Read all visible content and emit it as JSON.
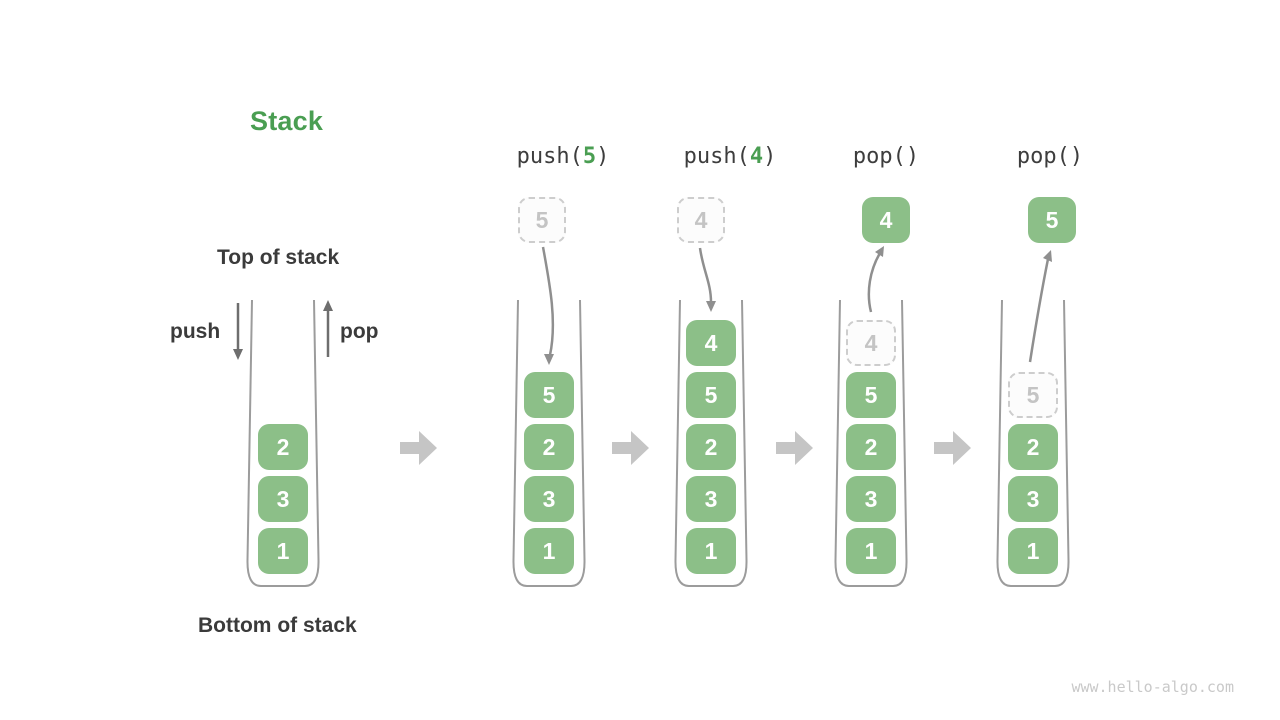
{
  "title": "Stack",
  "legend": {
    "top_of_stack": "Top of stack",
    "bottom_of_stack": "Bottom of stack",
    "push": "push",
    "pop": "pop"
  },
  "watermark": "www.hello-algo.com",
  "colors": {
    "title_green": "#4A9E52",
    "box_green": "#8CBF88",
    "operation_arg_green": "#4A9E52",
    "dark_text": "#3B3B3B",
    "ghost_text": "#C4C4C4",
    "ghost_border": "#CDCDCD",
    "container_stroke": "#9C9C9C",
    "flow_arrow_gray": "#C5C5C5",
    "motion_arrow_gray": "#8F8F8F",
    "io_arrow_gray": "#6E6E6E",
    "watermark_gray": "#C9C9C9"
  },
  "stages": [
    {
      "name": "initial",
      "operation": null,
      "stack_top_to_bottom": [
        {
          "value": "2",
          "ghost": false
        },
        {
          "value": "3",
          "ghost": false
        },
        {
          "value": "1",
          "ghost": false
        }
      ]
    },
    {
      "name": "push-5",
      "operation": {
        "prefix": "push(",
        "arg": "5",
        "suffix": ")"
      },
      "floating": {
        "value": "5",
        "style": "dashed"
      },
      "motion": "in",
      "stack_top_to_bottom": [
        {
          "value": "5",
          "ghost": false
        },
        {
          "value": "2",
          "ghost": false
        },
        {
          "value": "3",
          "ghost": false
        },
        {
          "value": "1",
          "ghost": false
        }
      ]
    },
    {
      "name": "push-4",
      "operation": {
        "prefix": "push(",
        "arg": "4",
        "suffix": ")"
      },
      "floating": {
        "value": "4",
        "style": "dashed"
      },
      "motion": "in",
      "stack_top_to_bottom": [
        {
          "value": "4",
          "ghost": false
        },
        {
          "value": "5",
          "ghost": false
        },
        {
          "value": "2",
          "ghost": false
        },
        {
          "value": "3",
          "ghost": false
        },
        {
          "value": "1",
          "ghost": false
        }
      ]
    },
    {
      "name": "pop-4",
      "operation": {
        "prefix": "pop()",
        "arg": "",
        "suffix": ""
      },
      "floating": {
        "value": "4",
        "style": "solid"
      },
      "motion": "out",
      "stack_top_to_bottom": [
        {
          "value": "4",
          "ghost": true
        },
        {
          "value": "5",
          "ghost": false
        },
        {
          "value": "2",
          "ghost": false
        },
        {
          "value": "3",
          "ghost": false
        },
        {
          "value": "1",
          "ghost": false
        }
      ]
    },
    {
      "name": "pop-5",
      "operation": {
        "prefix": "pop()",
        "arg": "",
        "suffix": ""
      },
      "floating": {
        "value": "5",
        "style": "solid"
      },
      "motion": "out",
      "stack_top_to_bottom": [
        {
          "value": "5",
          "ghost": true
        },
        {
          "value": "2",
          "ghost": false
        },
        {
          "value": "3",
          "ghost": false
        },
        {
          "value": "1",
          "ghost": false
        }
      ]
    }
  ]
}
